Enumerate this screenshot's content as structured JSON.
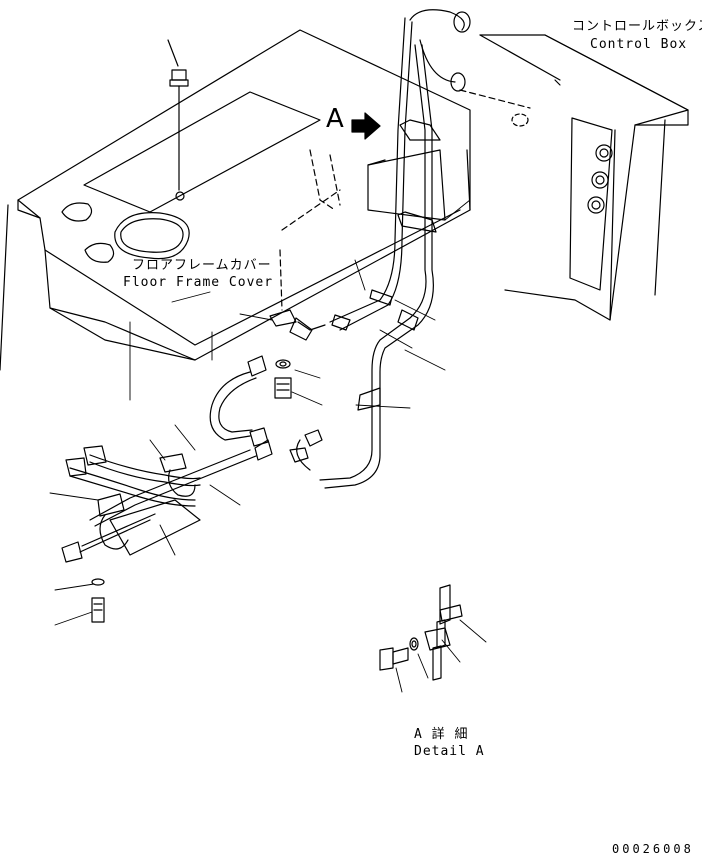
{
  "labels": {
    "control_box_jp": "コントロールボックス",
    "control_box_en": "Control Box",
    "floor_frame_jp": "フロアフレームカバー",
    "floor_frame_en": "Floor Frame Cover",
    "view_a": "A",
    "detail_jp": "A 詳 細",
    "detail_en": "Detail A",
    "drawing_no": "00026008"
  }
}
